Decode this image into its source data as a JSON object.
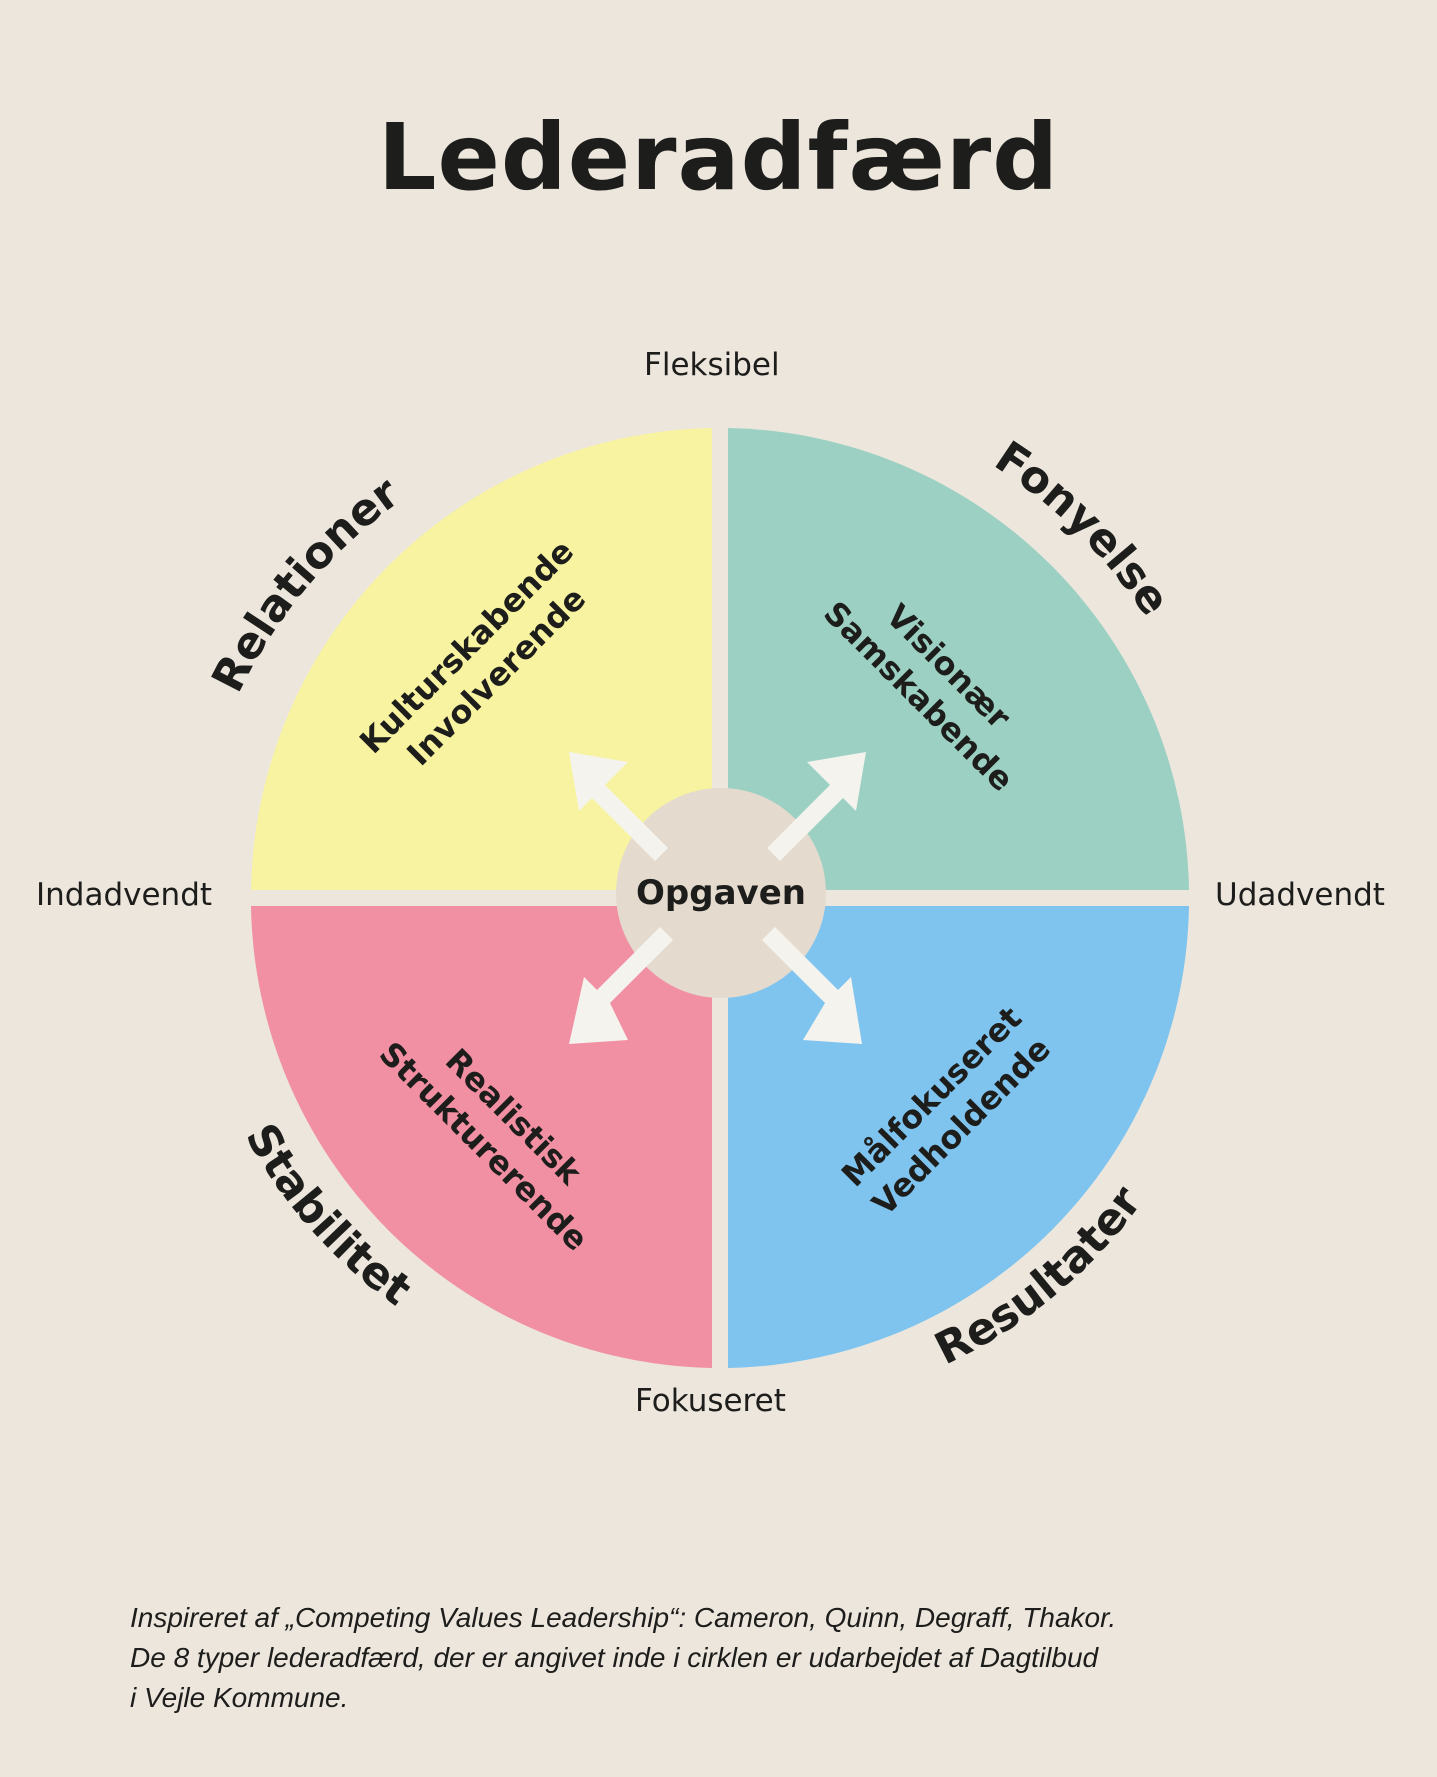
{
  "title": "Lederadfærd",
  "axes": {
    "top": "Fleksibel",
    "bottom": "Fokuseret",
    "left": "Indadvendt",
    "right": "Udadvendt"
  },
  "center": {
    "label": "Opgaven",
    "color": "#e4dace"
  },
  "quadrants": [
    {
      "position": "top-left",
      "name": "Relationer",
      "color": "#f8f3a0",
      "line1": "Kulturskabende",
      "line2": "Involverende"
    },
    {
      "position": "top-right",
      "name": "Fonyelse",
      "color": "#9bd0c2",
      "line1": "Visionær",
      "line2": "Samskabende"
    },
    {
      "position": "bottom-left",
      "name": "Stabilitet",
      "color": "#f18fa3",
      "line1": "Realistisk",
      "line2": "Strukturerende"
    },
    {
      "position": "bottom-right",
      "name": "Resultater",
      "color": "#7ec4ee",
      "line1": "Målfokuseret",
      "line2": "Vedholdende"
    }
  ],
  "colors": {
    "background": "#ede6dd",
    "arrow": "#f5f3ee",
    "text": "#1d1d1b"
  },
  "footnote": [
    "Inspireret af „Competing Values Leadership“: Cameron, Quinn, Degraff, Thakor.",
    "De 8 typer lederadfærd, der er angivet inde i cirklen er udarbejdet af Dagtilbud",
    "i Vejle Kommune."
  ]
}
